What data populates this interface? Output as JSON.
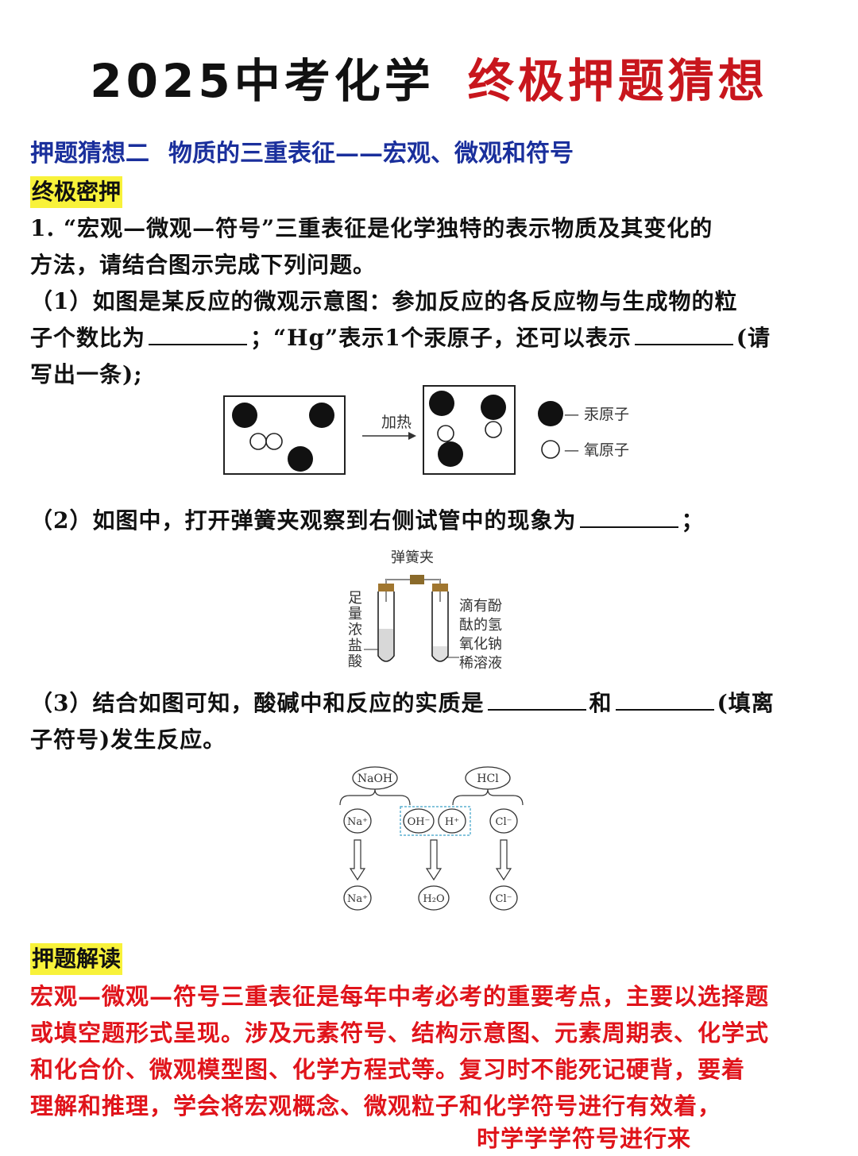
{
  "title": {
    "black": "2025中考化学",
    "red": "终极押题猜想"
  },
  "subtitle": {
    "part1": "押题猜想二",
    "part2": "物质的三重表征——宏观、微观和符号"
  },
  "tags": {
    "secret": "终极密押",
    "read": "押题解读"
  },
  "question": {
    "intro_line1": "1. “宏观—微观—符号”三重表征是化学独特的表示物质及其变化的",
    "intro_line2": "方法，请结合图示完成下列问题。",
    "q1_line1": "（1）如图是某反应的微观示意图：参加反应的各反应物与生成物的粒",
    "q1_line2_a": "子个数比为",
    "q1_line2_b": "；“Hg”表示1个汞原子，还可以表示",
    "q1_line2_c": "(请",
    "q1_line3": "写出一条);",
    "q2_a": "（2）如图中，打开弹簧夹观察到右侧试管中的现象为",
    "q2_b": "；",
    "q3_line1_a": "（3）结合如图可知，酸碱中和反应的实质是",
    "q3_line1_b": "和",
    "q3_line1_c": "(填离",
    "q3_line2": "子符号)发生反应。"
  },
  "figure1": {
    "arrow_label": "加热",
    "legend_mercury": "— 汞原子",
    "legend_oxygen": "— 氧原子"
  },
  "figure2": {
    "clamp_label": "弹簧夹",
    "left_label": "足量浓盐酸",
    "right_label_lines": [
      "滴有酚",
      "酞的氢",
      "氧化钠",
      "稀溶液"
    ]
  },
  "figure3": {
    "naoh": "NaOH",
    "hcl": "HCl",
    "na_ion": "Na⁺",
    "oh_ion": "OH⁻",
    "h_ion": "H⁺",
    "cl_ion": "Cl⁻",
    "water": "H₂O"
  },
  "interpretation": {
    "lines": [
      "宏观—微观—符号三重表征是每年中考必考的重要考点，主要以选择题",
      "或填空题形式呈现。涉及元素符号、结构示意图、元素周期表、化学式",
      "和化合价、微观模型图、化学方程式等。复习时不能死记硬背，要着",
      "理解和推理，学会将宏观概念、微观粒子和化学符号进行有效着，",
      "时学学学符号进行来"
    ]
  }
}
